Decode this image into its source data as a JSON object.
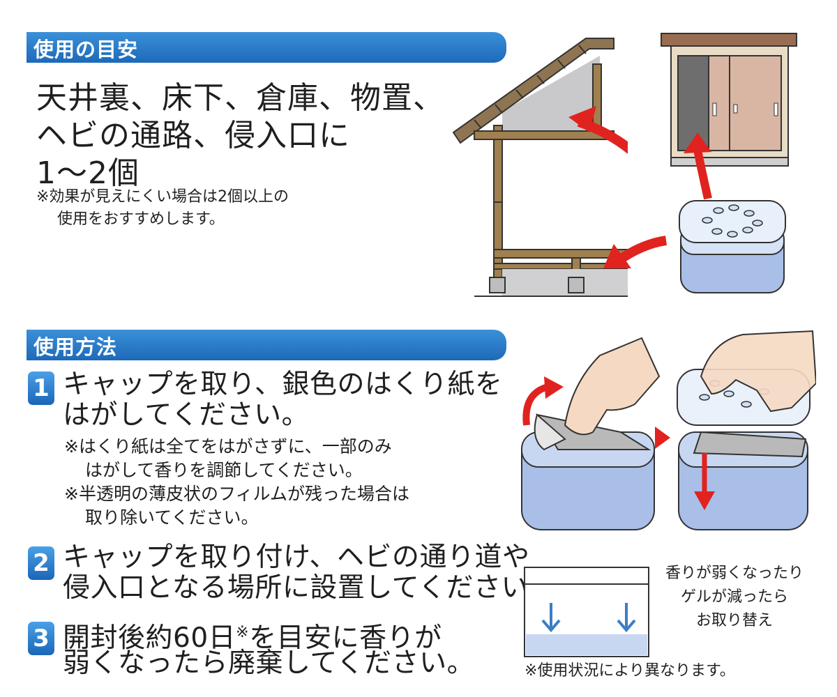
{
  "usage_guide": {
    "title": "使用の目安",
    "lines": [
      "天井裏、床下、倉庫、物置、",
      "ヘビの通路、侵入口に",
      "1～2個"
    ],
    "note_lines": [
      "※効果が見えにくい場合は2個以上の",
      "使用をおすすめします。"
    ]
  },
  "how_to_use": {
    "title": "使用方法",
    "steps": [
      {
        "number": "1",
        "lines": [
          "キャップを取り、銀色のはくり紙を",
          "はがしてください。"
        ],
        "notes": [
          "※はくり紙は全てをはがさずに、一部のみ",
          "はがして香りを調節してください。",
          "※半透明の薄皮状のフィルムが残った場合は",
          "取り除いてください。"
        ]
      },
      {
        "number": "2",
        "lines": [
          "キャップを取り付け、ヘビの通り道や",
          "侵入口となる場所に設置してください。"
        ],
        "notes": []
      },
      {
        "number": "3",
        "lines": [
          "開封後約60日",
          "※",
          "を目安に香りが",
          "弱くなったら廃棄してください。"
        ],
        "notes": []
      }
    ]
  },
  "replace_info": {
    "lines": [
      "香りが弱くなったり",
      "ゲルが減ったら",
      "お取り替え"
    ],
    "footnote": "※使用状況により異なります。"
  },
  "colors": {
    "section_bar": "#1d69b9",
    "arrow_red": "#e0231f",
    "container_blue": "#a9bfe8",
    "wood": "#9a7a4e"
  }
}
